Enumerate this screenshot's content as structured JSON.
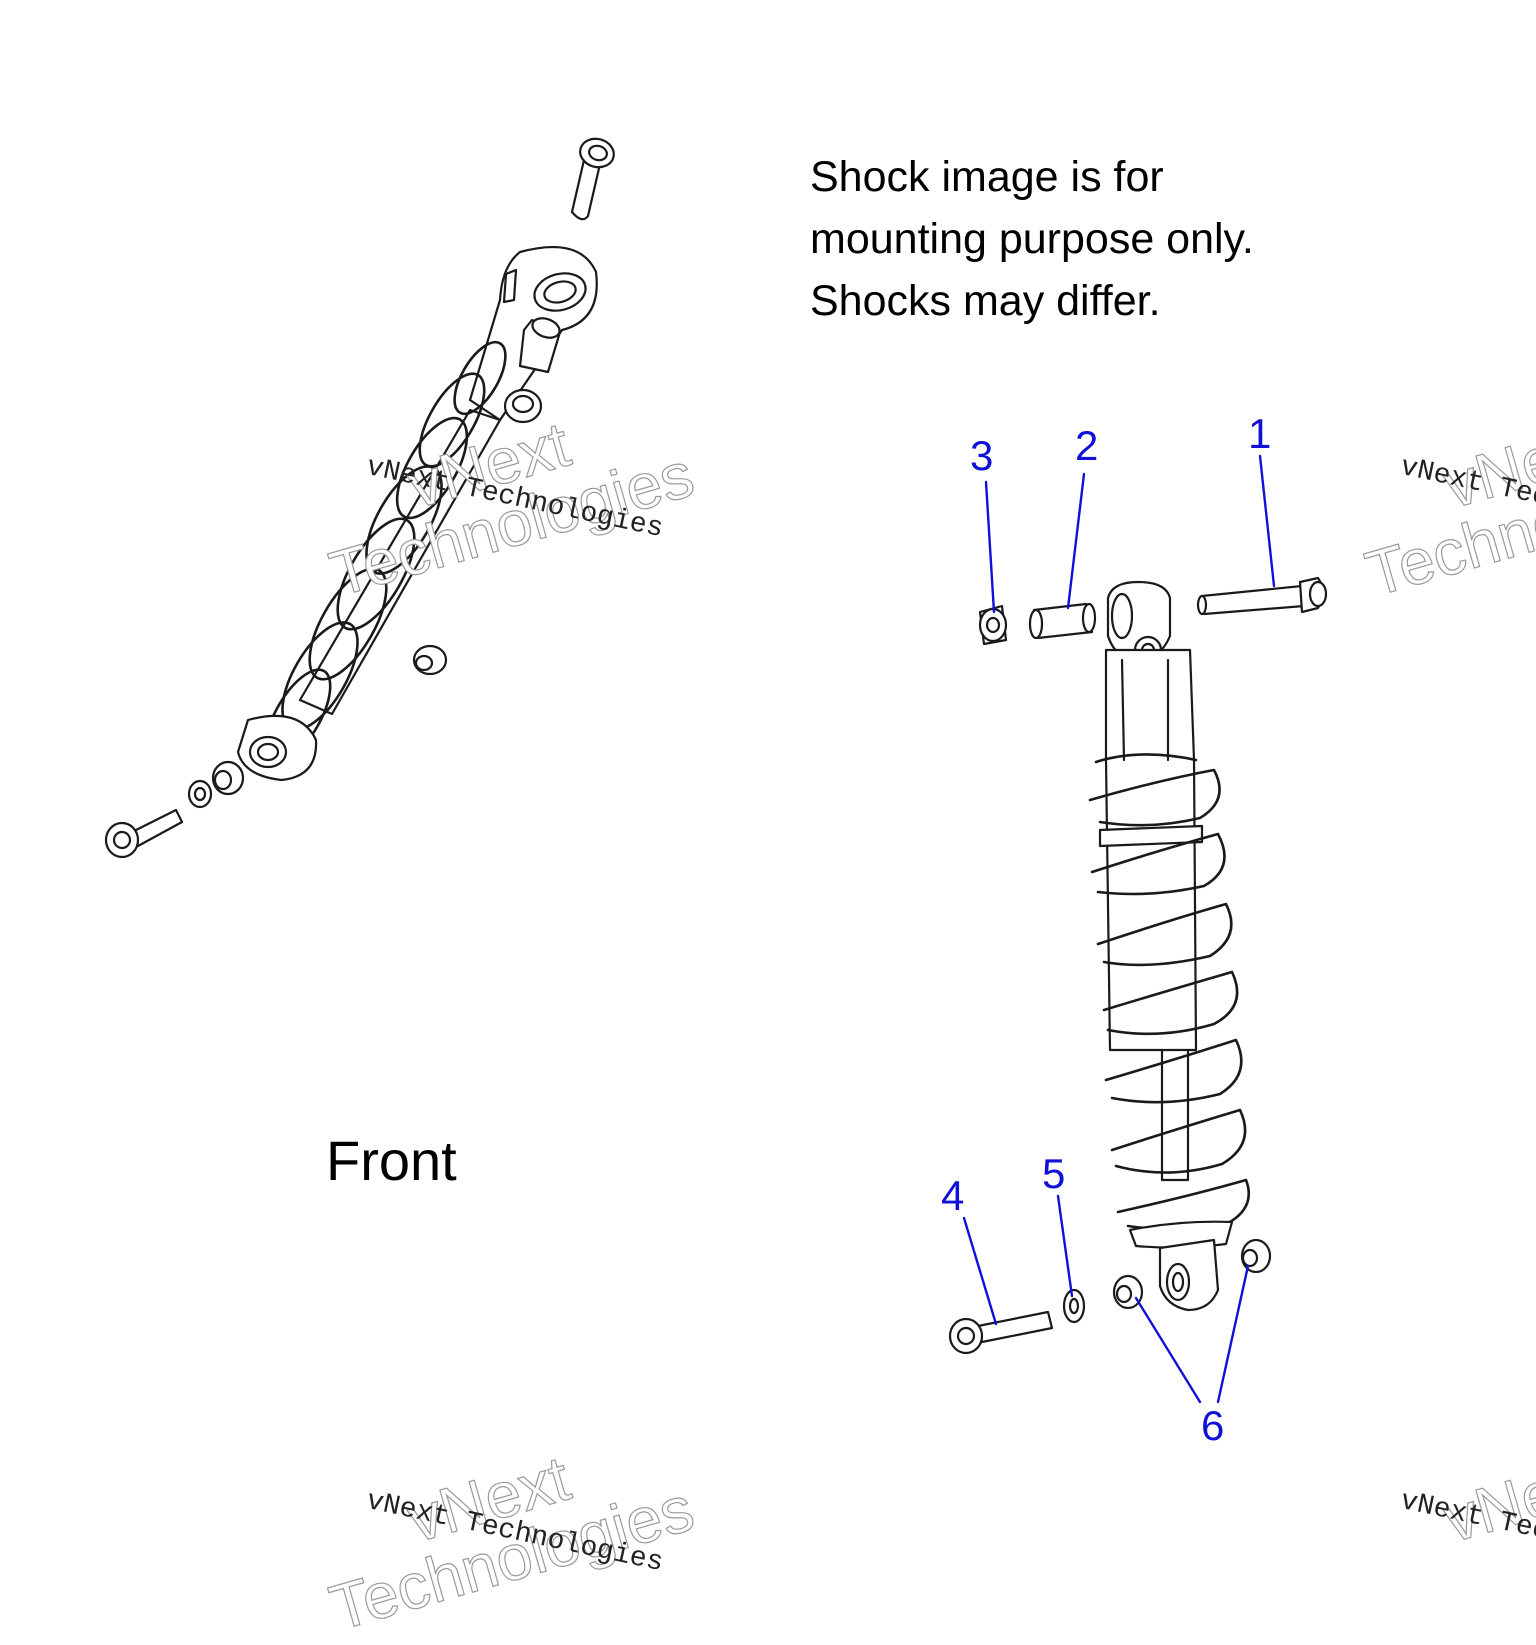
{
  "note": {
    "line1": "Shock image is for",
    "line2": "mounting purpose only.",
    "line3": "Shocks may differ."
  },
  "view_label": "Front",
  "callouts": [
    "1",
    "2",
    "3",
    "4",
    "5",
    "6"
  ],
  "watermark": {
    "small": "vNext Technologies",
    "big_line1": "vNext",
    "big_line2": "Technologies"
  },
  "colors": {
    "callout": "#1010d8",
    "line_art": "#1a1a1a"
  }
}
